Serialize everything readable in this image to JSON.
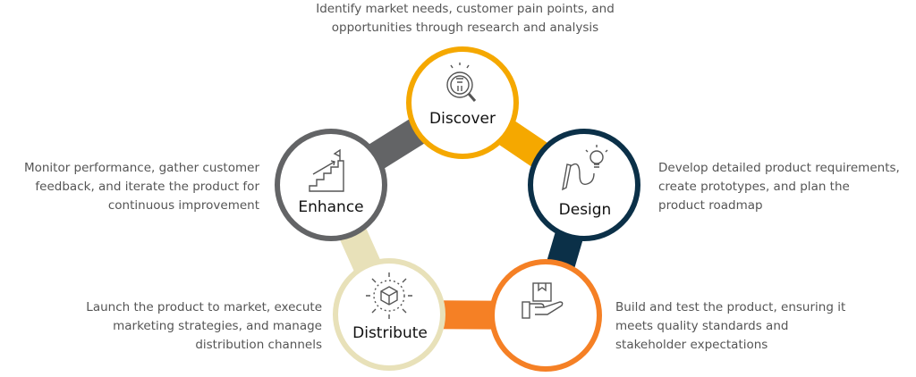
{
  "stages": [
    {
      "label": "Discover",
      "color": "#F5A800",
      "icon": "lightbulb-magnifier-icon",
      "description": "Identify market needs, customer pain points, and opportunities through research and analysis"
    },
    {
      "label": "Design",
      "color": "#0B3048",
      "icon": "pencil-lightbulb-icon",
      "description": "Develop detailed product requirements, create prototypes, and plan the product roadmap"
    },
    {
      "label": "",
      "color": "#F58025",
      "icon": "hand-box-icon",
      "description": "Build and test the product, ensuring it meets quality standards and stakeholder expectations"
    },
    {
      "label": "Distribute",
      "color": "#E8E1B9",
      "icon": "box-arrows-icon",
      "description": "Launch the product to market, execute marketing strategies, and manage distribution channels"
    },
    {
      "label": "Enhance",
      "color": "#636466",
      "icon": "stairs-flag-icon",
      "description": "Monitor performance, gather customer feedback, and iterate the product for continuous improvement"
    }
  ]
}
